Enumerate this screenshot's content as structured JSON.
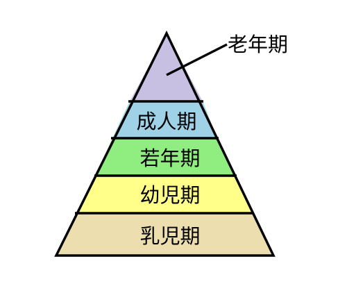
{
  "diagram": {
    "tiers": [
      {
        "label": "老年期",
        "color": "#c8c0e2"
      },
      {
        "label": "成人期",
        "color": "#9fd1e7"
      },
      {
        "label": "若年期",
        "color": "#8fee7f"
      },
      {
        "label": "幼児期",
        "color": "#ffff8a"
      },
      {
        "label": "乳児期",
        "color": "#ecdeae"
      }
    ],
    "outline_color": "#000000"
  }
}
